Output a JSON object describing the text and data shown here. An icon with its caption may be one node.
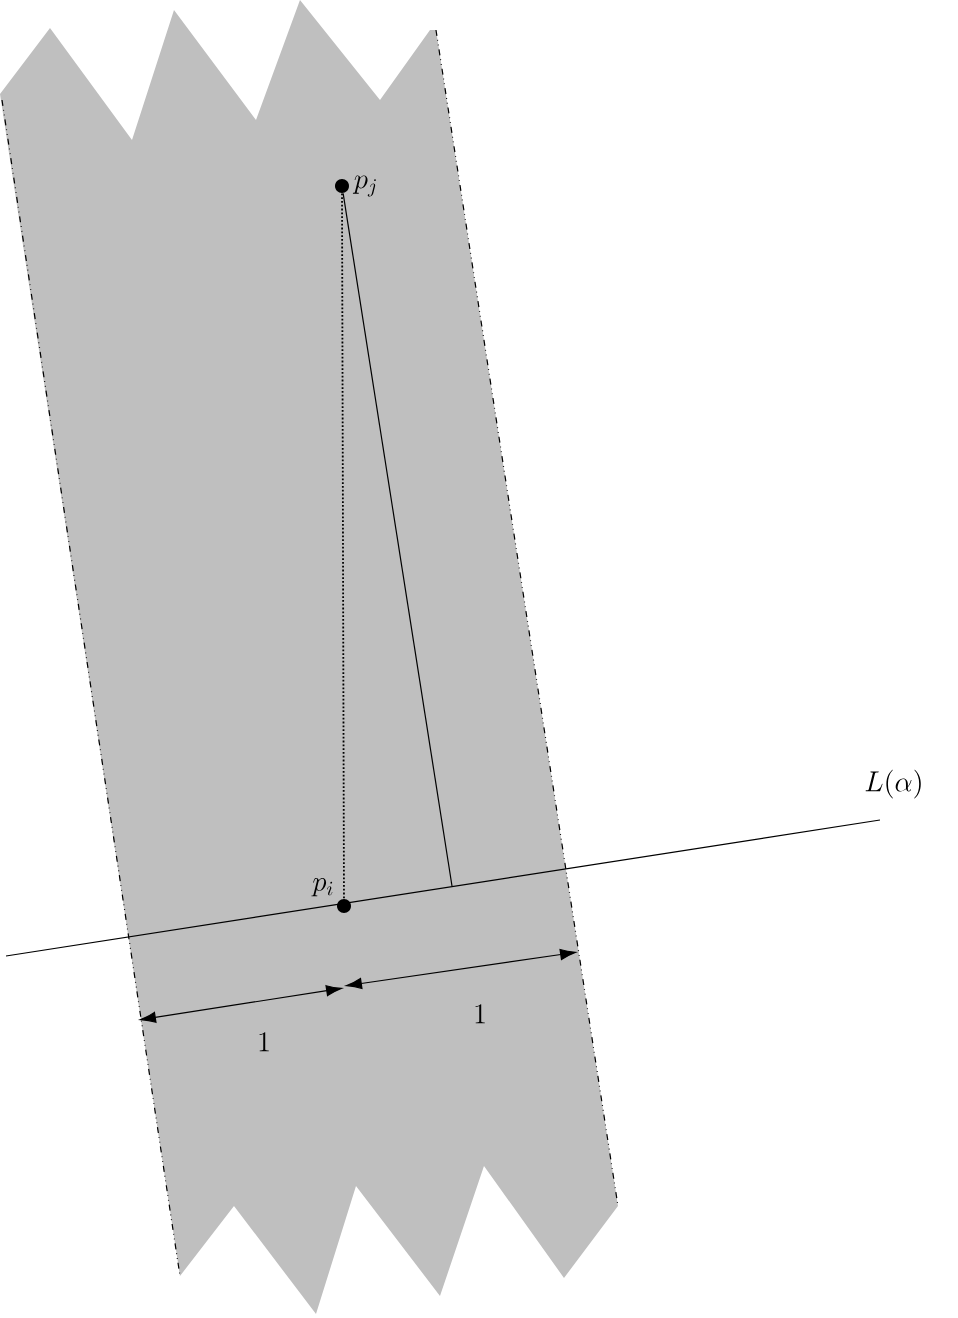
{
  "diagram": {
    "nodes": [
      {
        "text": [
          "p_j"
        ]
      },
      {
        "text": [
          "p_i"
        ]
      }
    ],
    "edges": [
      {
        "from": 0,
        "to": 1,
        "arrow": "none",
        "style": "dashed"
      },
      {
        "from": 0,
        "to": null,
        "arrow": "none"
      }
    ],
    "labels": [
      "L(\\alpha)",
      "1",
      "1"
    ]
  }
}
